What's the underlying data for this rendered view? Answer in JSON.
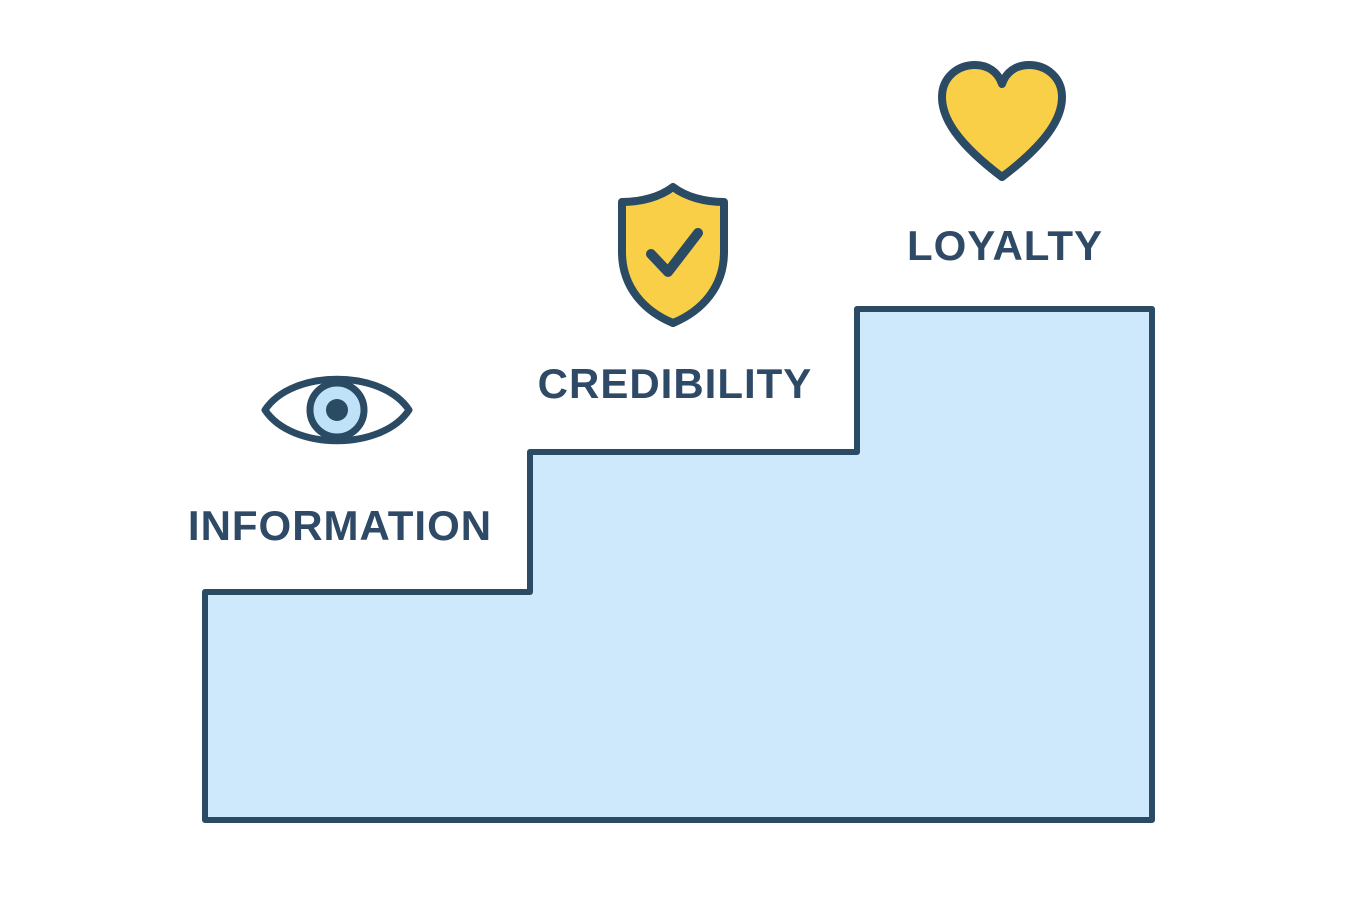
{
  "diagram": {
    "type": "staircase",
    "steps": [
      {
        "label": "INFORMATION",
        "icon": "eye-icon",
        "level": 1
      },
      {
        "label": "CREDIBILITY",
        "icon": "shield-check-icon",
        "level": 2
      },
      {
        "label": "LOYALTY",
        "icon": "heart-icon",
        "level": 3
      }
    ],
    "colors": {
      "background": "#ffffff",
      "step_fill": "#cfe9fc",
      "outline": "#2b4a63",
      "label_text": "#2e4a66",
      "icon_yellow": "#f8cf47",
      "eye_iris": "#bfe2f8",
      "eye_white": "#ffffff"
    }
  }
}
